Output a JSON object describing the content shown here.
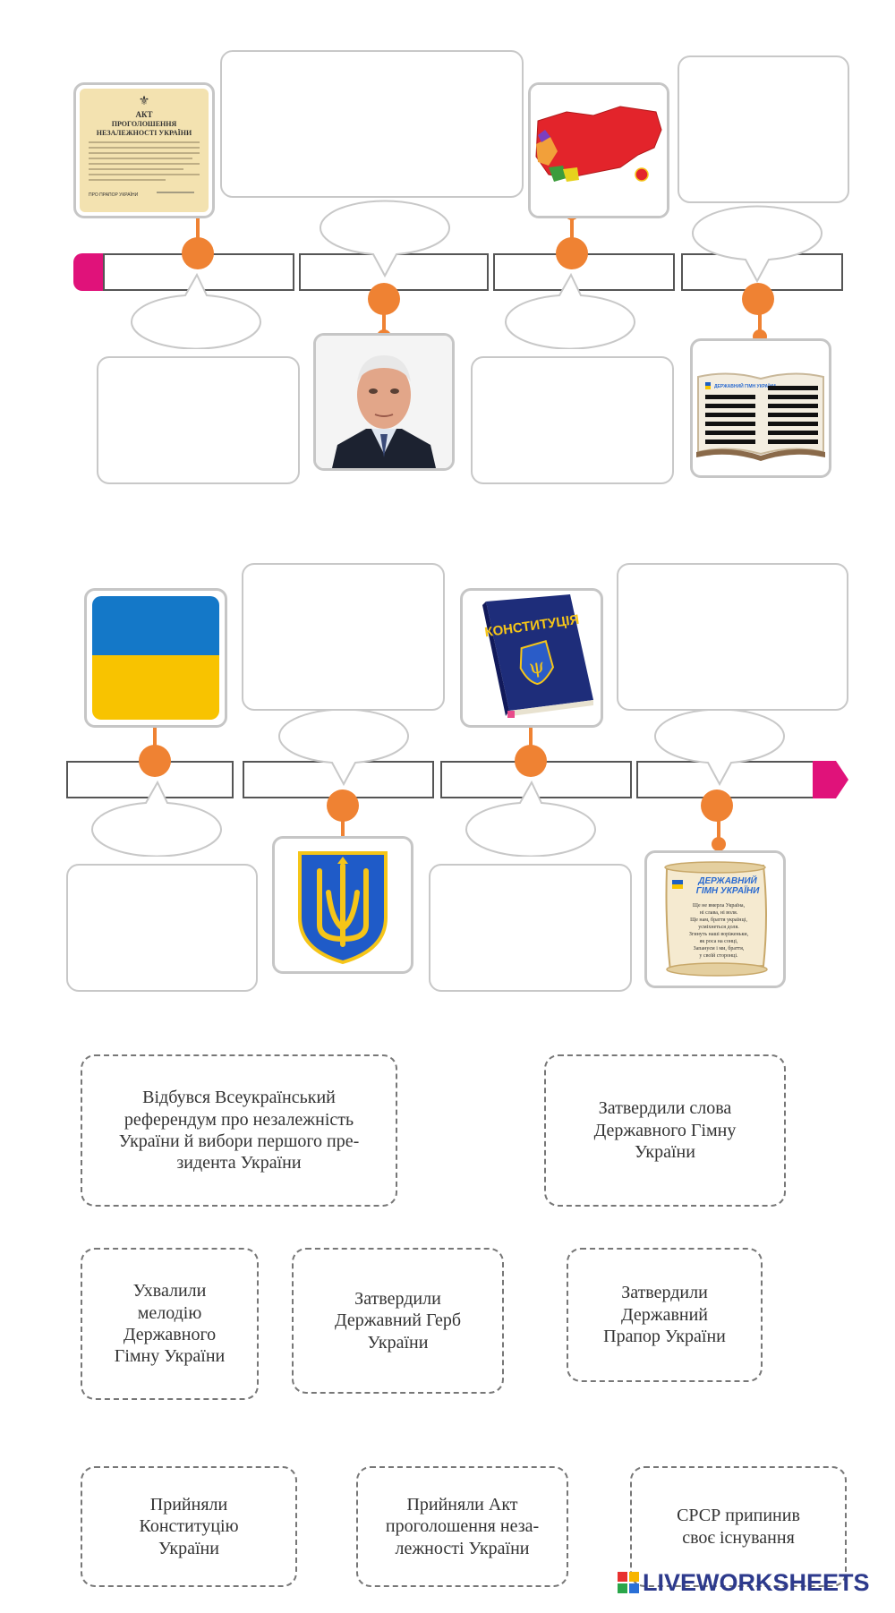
{
  "colors": {
    "accent": "#ef8233",
    "arrow": "#e0127a",
    "box_border": "#c8c8c8",
    "card_border": "#777777"
  },
  "timeline_images": {
    "act": {
      "icon": "act-document-image",
      "lines": [
        "АКТ",
        "ПРОГОЛОШЕННЯ",
        "НЕЗАЛЕЖНОСТІ УКРАЇНИ"
      ],
      "signature": "ПРО ПРАПОР УКРАЇНИ"
    },
    "ussr_map": {
      "icon": "ussr-map-image"
    },
    "president": {
      "icon": "president-portrait-image"
    },
    "anthem_book": {
      "icon": "anthem-book-image",
      "title": "ДЕРЖАВНИЙ ГІМН УКРАЇНИ"
    },
    "flag": {
      "icon": "ukraine-flag-image",
      "blue": "#1478c8",
      "yellow": "#f8c300"
    },
    "constitution": {
      "icon": "constitution-book-image",
      "title": "КОНСТИТУЦІЯ"
    },
    "coat_of_arms": {
      "icon": "trident-coat-of-arms-image"
    },
    "anthem_scroll": {
      "icon": "anthem-scroll-image",
      "title": [
        "ДЕРЖАВНИЙ",
        "ГІМН УКРАЇНИ"
      ],
      "lines": [
        "Ще не вмерла Україна,",
        "ні слава, ні воля.",
        "Ще нам, браття українці,",
        "усміхнеться доля.",
        "Згинуть наші воріженьки,",
        "як роса на сонці,",
        "Запануєм і ми, браття,",
        "у своїй сторонці."
      ]
    }
  },
  "cards": [
    {
      "id": "referendum",
      "lines": [
        "Відбувся Всеукраїнський",
        "референдум про незалежність",
        "України й вибори першого пре-",
        "зидента України"
      ]
    },
    {
      "id": "anthem-words",
      "lines": [
        "Затвердили слова",
        "Державного Гімну",
        "України"
      ]
    },
    {
      "id": "anthem-melody",
      "lines": [
        "Ухвалили",
        "мелодію",
        "Державного",
        "Гімну України"
      ]
    },
    {
      "id": "coat-of-arms",
      "lines": [
        "Затвердили",
        "Державний Герб",
        "України"
      ]
    },
    {
      "id": "flag",
      "lines": [
        "Затвердили",
        "Державний",
        "Прапор України"
      ]
    },
    {
      "id": "constitution",
      "lines": [
        "Прийняли",
        "Конституцію",
        "України"
      ]
    },
    {
      "id": "act",
      "lines": [
        "Прийняли Акт",
        "проголошення неза-",
        "лежності України"
      ]
    },
    {
      "id": "ussr",
      "lines": [
        "СРСР припинив",
        "своє існування"
      ]
    }
  ],
  "watermark": {
    "text": "LIVEWORKSHEETS"
  }
}
